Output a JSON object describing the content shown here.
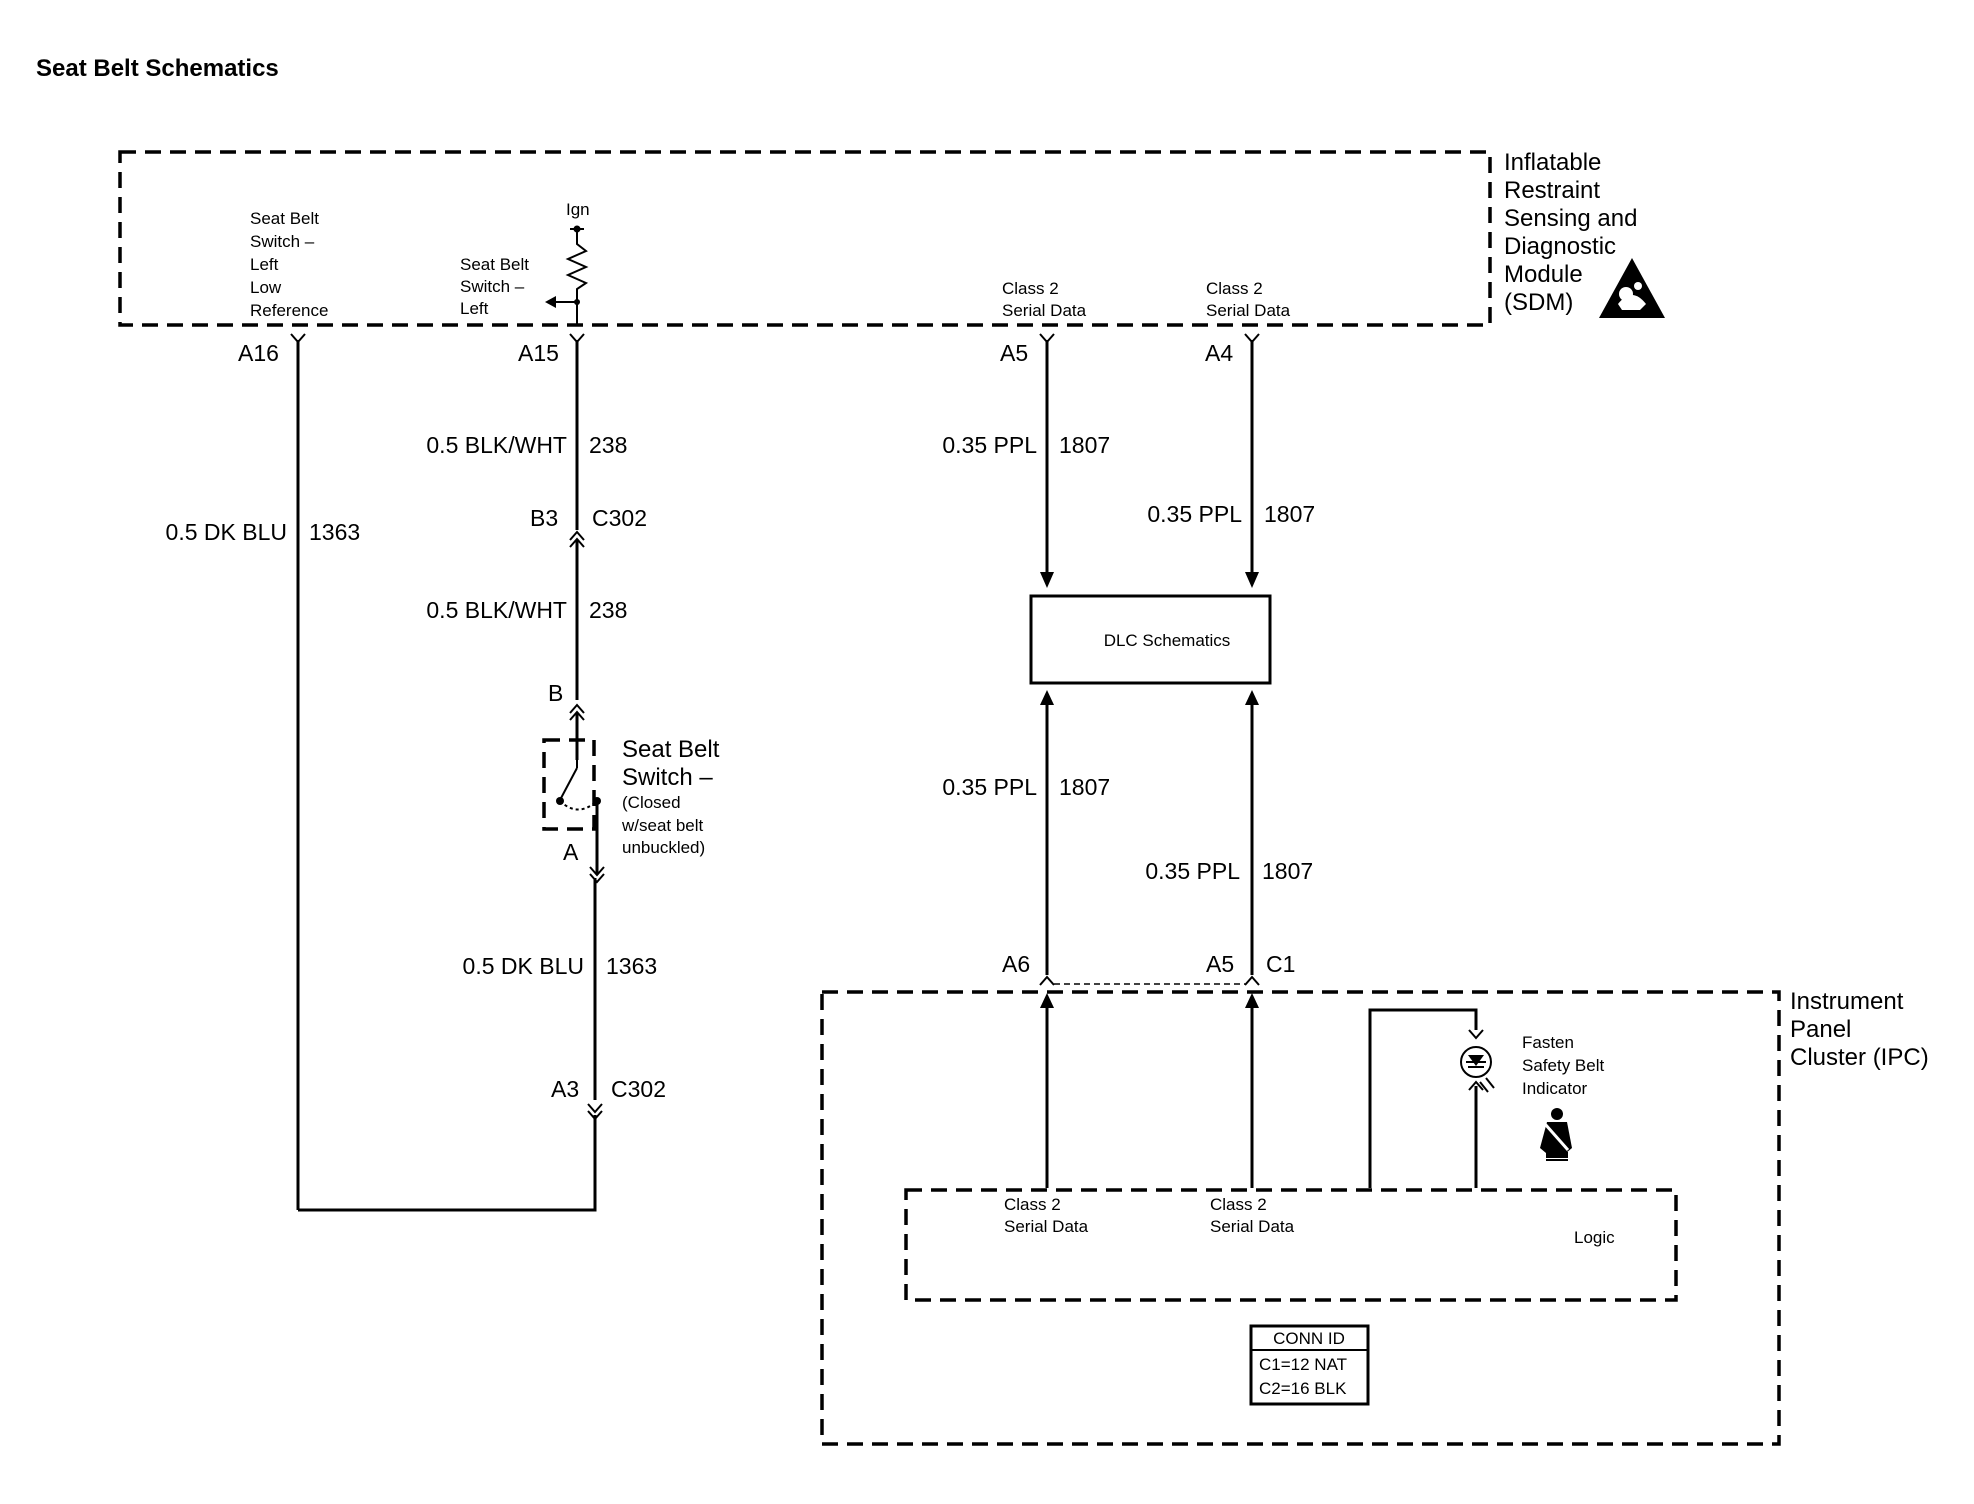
{
  "title": "Seat Belt Schematics",
  "sdm": {
    "name_lines": [
      "Inflatable",
      "Restraint",
      "Sensing and",
      "Diagnostic",
      "Module",
      "(SDM)"
    ],
    "icon": "airbag-warning-triangle-icon",
    "ign": "Ign",
    "low_ref_lines": [
      "Seat Belt",
      "Switch –",
      "Left",
      "Low",
      "Reference"
    ],
    "switch_lines": [
      "Seat Belt",
      "Switch –",
      "Left"
    ],
    "class2_a5_lines": [
      "Class 2",
      "Serial Data"
    ],
    "class2_a4_lines": [
      "Class 2",
      "Serial Data"
    ]
  },
  "pins": {
    "a16": "A16",
    "a15": "A15",
    "a5_top": "A5",
    "a4": "A4",
    "b3": "B3",
    "c302_upper": "C302",
    "b": "B",
    "a": "A",
    "a3": "A3",
    "c302_lower": "C302",
    "a6": "A6",
    "a5_ipc": "A5",
    "c1": "C1"
  },
  "wires": {
    "dkblu_left": {
      "gauge_color": "0.5 DK BLU",
      "circuit": "1363"
    },
    "blkwht_top": {
      "gauge_color": "0.5 BLK/WHT",
      "circuit": "238"
    },
    "blkwht_mid": {
      "gauge_color": "0.5 BLK/WHT",
      "circuit": "238"
    },
    "dkblu_lower": {
      "gauge_color": "0.5 DK BLU",
      "circuit": "1363"
    },
    "ppl_sdm_a5": {
      "gauge_color": "0.35 PPL",
      "circuit": "1807"
    },
    "ppl_sdm_a4": {
      "gauge_color": "0.35 PPL",
      "circuit": "1807"
    },
    "ppl_ipc_a6": {
      "gauge_color": "0.35 PPL",
      "circuit": "1807"
    },
    "ppl_ipc_a5": {
      "gauge_color": "0.35 PPL",
      "circuit": "1807"
    }
  },
  "dlc": {
    "label": "DLC Schematics"
  },
  "seat_belt_switch": {
    "title_lines": [
      "Seat Belt",
      "Switch –"
    ],
    "note_lines": [
      "(Closed",
      "w/seat belt",
      "unbuckled)"
    ]
  },
  "ipc": {
    "name_lines": [
      "Instrument",
      "Panel",
      "Cluster (IPC)"
    ],
    "fasten_lines": [
      "Fasten",
      "Safety Belt",
      "Indicator"
    ],
    "seatbelt_icon": "seat-belt-person-icon",
    "lamp_icon": "indicator-lamp-icon",
    "class2_left_lines": [
      "Class 2",
      "Serial Data"
    ],
    "class2_right_lines": [
      "Class 2",
      "Serial Data"
    ],
    "logic": "Logic"
  },
  "conn_id": {
    "header": "CONN ID",
    "rows": [
      "C1=12 NAT",
      "C2=16 BLK"
    ]
  }
}
